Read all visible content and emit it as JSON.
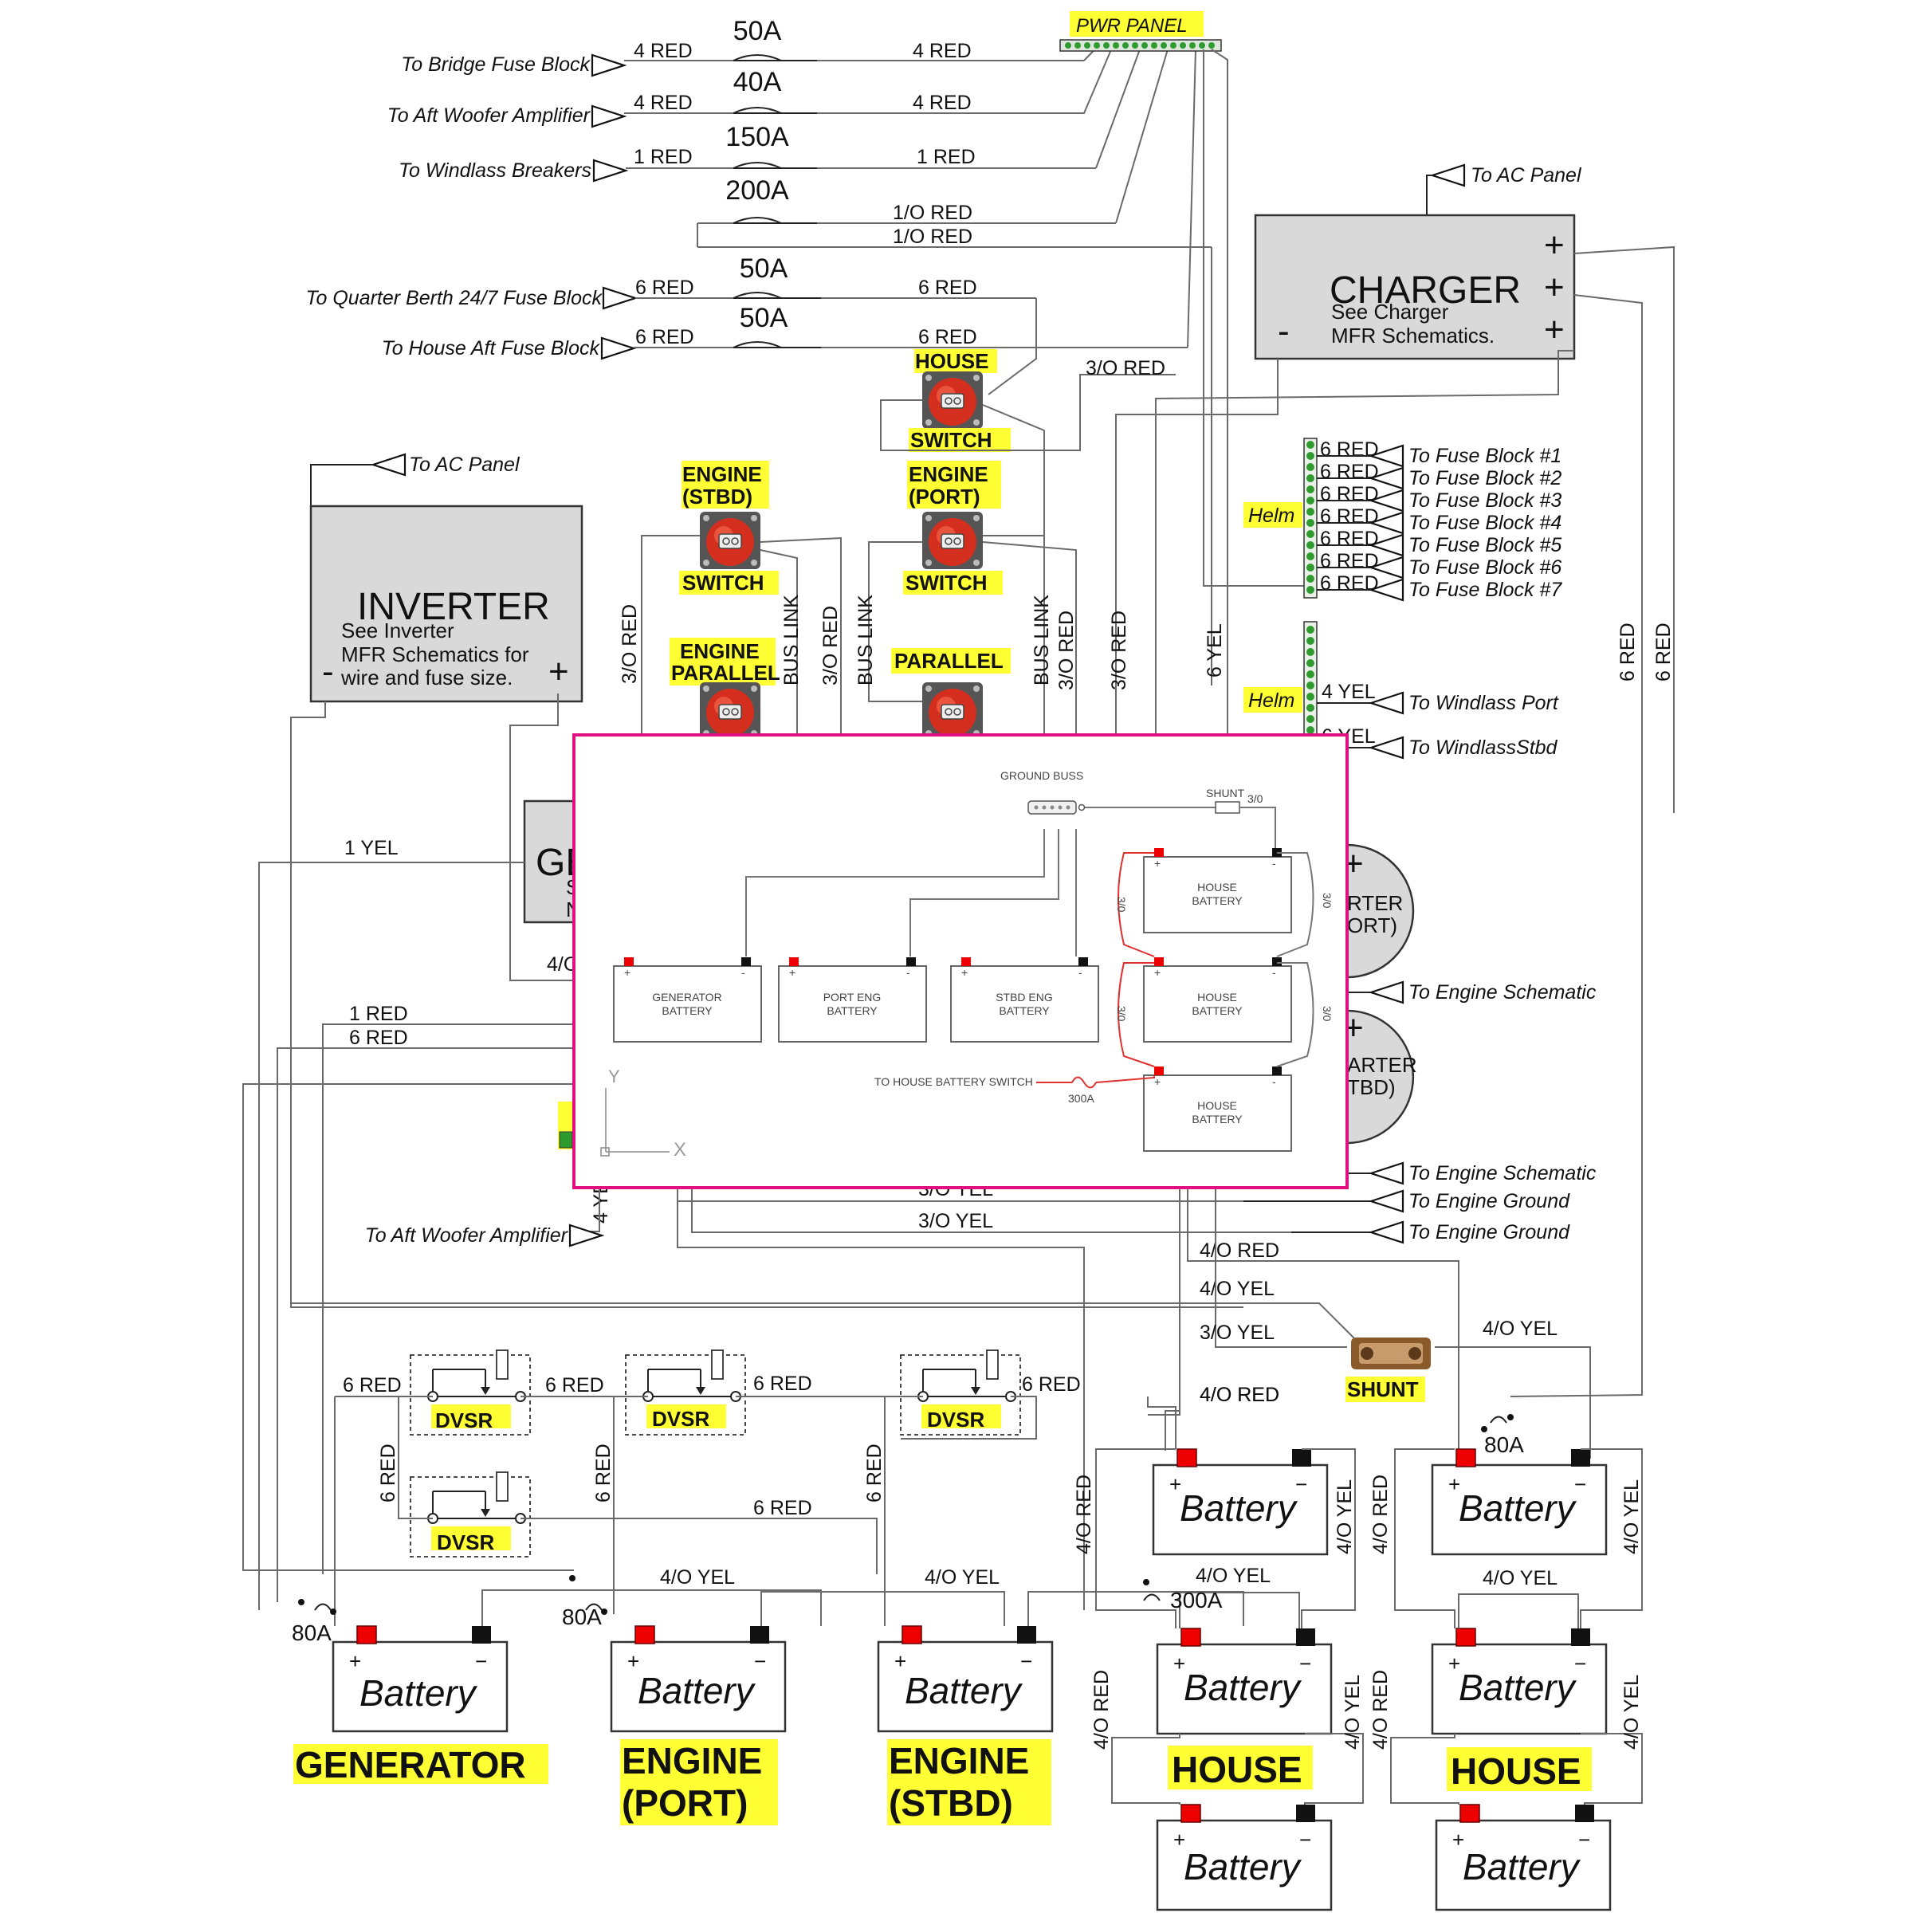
{
  "fuses": [
    {
      "rating": "50A",
      "left": "4 RED",
      "right": "4 RED",
      "dest": "To Bridge Fuse Block"
    },
    {
      "rating": "40A",
      "left": "4 RED",
      "right": "4 RED",
      "dest": "To Aft Woofer Amplifier"
    },
    {
      "rating": "150A",
      "left": "1 RED",
      "right": "1 RED",
      "dest": "To Windlass Breakers"
    },
    {
      "rating": "200A",
      "left": "",
      "right": "1/O RED",
      "dest": ""
    },
    {
      "rating": "50A",
      "left": "6 RED",
      "right": "6 RED",
      "dest": "To Quarter Berth 24/7 Fuse Block"
    },
    {
      "rating": "50A",
      "left": "6 RED",
      "right": "6 RED",
      "dest": "To House Aft Fuse Block"
    }
  ],
  "wire_200a_second": "1/O RED",
  "pwr_panel": "PWR PANEL",
  "charger": {
    "title": "CHARGER",
    "note1": "See Charger",
    "note2": "MFR Schematics.",
    "plus": "+",
    "minus": "-",
    "ac": "To AC Panel"
  },
  "inverter": {
    "title": "INVERTER",
    "note1": "See Inverter",
    "note2": "MFR Schematics for",
    "note3": "wire and fuse size.",
    "plus": "+",
    "minus": "-",
    "ac": "To AC Panel"
  },
  "switches": {
    "house": {
      "top": "HOUSE",
      "bottom": "SWITCH"
    },
    "engine_stbd": {
      "top1": "ENGINE",
      "top2": "(STBD)",
      "bottom": "SWITCH"
    },
    "engine_port": {
      "top1": "ENGINE",
      "top2": "(PORT)",
      "bottom": "SWITCH"
    },
    "engine_parallel": {
      "top1": "ENGINE",
      "top2": "PARALLEL"
    },
    "parallel": {
      "top": "PARALLEL"
    }
  },
  "wire_labels": {
    "three_o_red": "3/O RED",
    "bus_link": "BUS LINK",
    "six_yel": "6 YEL",
    "six_red": "6 RED",
    "one_yel": "1 YEL",
    "one_red": "1 RED",
    "four_o_partial": "4/O",
    "four_o_red": "4/O RED",
    "four_o_yel": "4/O YEL",
    "three_o_yel": "3/O YEL",
    "four_yel": "4 YEL",
    "four_ye_partial": "4 YE",
    "six_yel_partial": "6 YEL"
  },
  "helm": {
    "label": "Helm",
    "wire": "6 RED",
    "fuse_blocks": [
      "To Fuse Block #1",
      "To Fuse Block #2",
      "To Fuse Block #3",
      "To Fuse Block #4",
      "To Fuse Block #5",
      "To Fuse Block #6",
      "To Fuse Block #7"
    ],
    "windlass_port": "To Windlass Port",
    "windlass_stbd": "To WindlassStbd"
  },
  "starters": {
    "port_frag1": "RTER",
    "port_frag2": "ORT)",
    "stbd_frag1": "ARTER",
    "stbd_frag2": "TBD)",
    "plus": "+"
  },
  "generator_frag": {
    "g": "GE",
    "s": "S",
    "n": "N"
  },
  "engine_refs": {
    "schematic": "To Engine Schematic",
    "ground": "To Engine Ground"
  },
  "aft_woofer": "To Aft Woofer Amplifier",
  "shunt": "SHUNT",
  "dvsr": "DVSR",
  "battery": "Battery",
  "battery_plus": "+",
  "battery_minus": "−",
  "fuse_80a": "80A",
  "fuse_300a": "300A",
  "bank_labels": {
    "generator": "GENERATOR",
    "engine1": "ENGINE",
    "port": "(PORT)",
    "stbd": "(STBD)",
    "house": "HOUSE"
  },
  "inset": {
    "ground_buss": "GROUND BUSS",
    "shunt": "SHUNT",
    "shunt_size": "3/0",
    "house_battery": [
      "HOUSE",
      "BATTERY"
    ],
    "gen_battery": [
      "GENERATOR",
      "BATTERY"
    ],
    "port_battery": [
      "PORT ENG",
      "BATTERY"
    ],
    "stbd_battery": [
      "STBD ENG",
      "BATTERY"
    ],
    "to_switch": "TO HOUSE BATTERY SWITCH",
    "fuse": "300A",
    "wire": "3/0",
    "axis_y": "Y",
    "axis_x": "X",
    "plus": "+",
    "minus": "-"
  }
}
